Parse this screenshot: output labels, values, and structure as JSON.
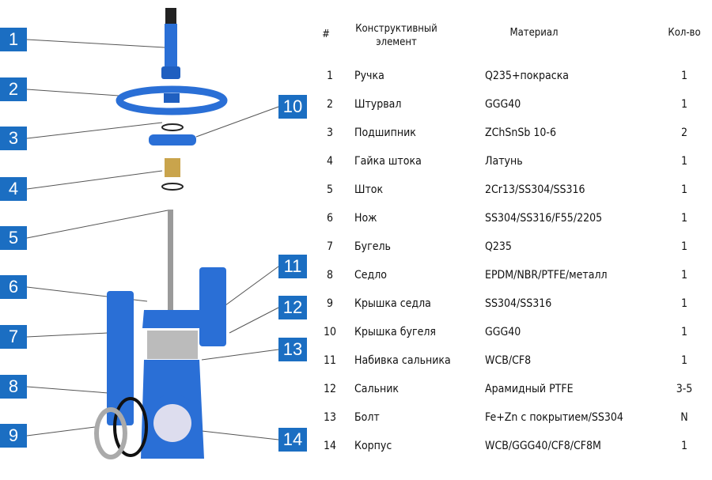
{
  "callouts": [
    "1",
    "2",
    "3",
    "4",
    "5",
    "6",
    "7",
    "8",
    "9",
    "10",
    "11",
    "12",
    "13",
    "14"
  ],
  "table": {
    "headers": {
      "num": "#",
      "element": "Конструктивный элемент",
      "material": "Материал",
      "qty": "Кол-во"
    },
    "rows": [
      {
        "num": "1",
        "element": "Ручка",
        "material": "Q235+покраска",
        "qty": "1"
      },
      {
        "num": "2",
        "element": "Штурвал",
        "material": "GGG40",
        "qty": "1"
      },
      {
        "num": "3",
        "element": "Подшипник",
        "material": "ZChSnSb 10-6",
        "qty": "2"
      },
      {
        "num": "4",
        "element": "Гайка штока",
        "material": "Латунь",
        "qty": "1"
      },
      {
        "num": "5",
        "element": "Шток",
        "material": "2Cr13/SS304/SS316",
        "qty": "1"
      },
      {
        "num": "6",
        "element": "Нож",
        "material": "SS304/SS316/F55/2205",
        "qty": "1"
      },
      {
        "num": "7",
        "element": "Бугель",
        "material": "Q235",
        "qty": "1"
      },
      {
        "num": "8",
        "element": "Седло",
        "material": "EPDM/NBR/PTFE/металл",
        "qty": "1"
      },
      {
        "num": "9",
        "element": "Крышка седла",
        "material": "SS304/SS316",
        "qty": "1"
      },
      {
        "num": "10",
        "element": "Крышка бугеля",
        "material": "GGG40",
        "qty": "1"
      },
      {
        "num": "11",
        "element": "Набивка сальника",
        "material": "WCB/CF8",
        "qty": "1"
      },
      {
        "num": "12",
        "element": "Сальник",
        "material": "Арамидный PTFE",
        "qty": "3-5"
      },
      {
        "num": "13",
        "element": "Болт",
        "material": "Fe+Zn с покрытием/SS304",
        "qty": "N"
      },
      {
        "num": "14",
        "element": "Корпус",
        "material": "WCB/GGG40/CF8/CF8M",
        "qty": "1"
      }
    ]
  },
  "colors": {
    "accent": "#1b6ec2",
    "part_blue": "#2a6fd6"
  }
}
